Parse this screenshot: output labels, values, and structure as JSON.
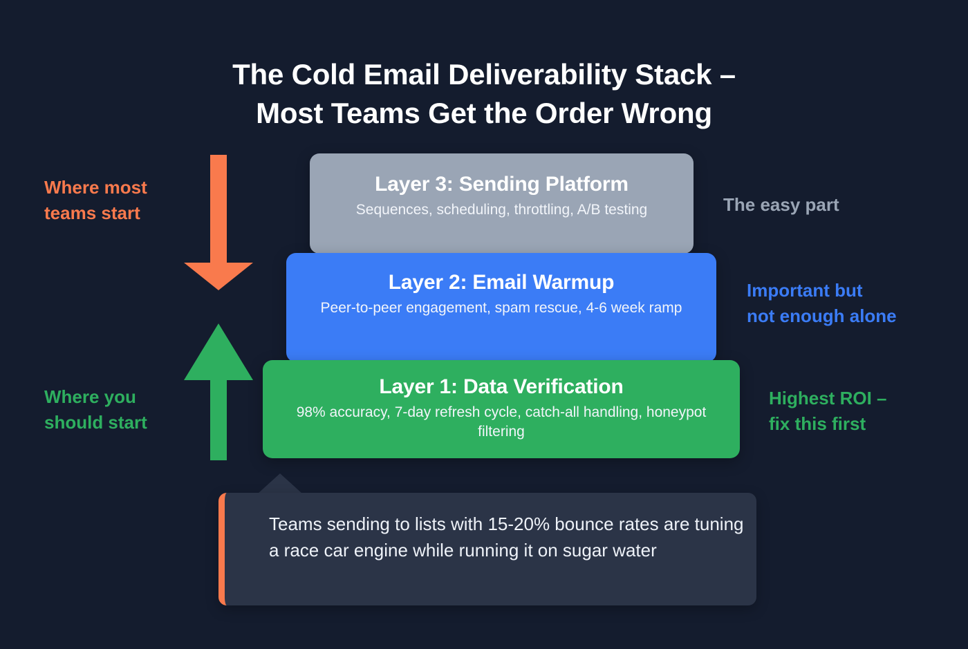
{
  "page": {
    "background_color": "#141c2e",
    "title_line1": "The Cold Email Deliverability Stack –",
    "title_line2": "Most Teams Get the Order Wrong"
  },
  "stack": {
    "layers": [
      {
        "id": "layer3",
        "title": "Layer 3: Sending Platform",
        "description": "Sequences, scheduling, throttling, A/B testing",
        "color": "#9aa5b5",
        "position": "top"
      },
      {
        "id": "layer2",
        "title": "Layer 2: Email Warmup",
        "description_line1": "Peer-to-peer engagement, spam rescue,",
        "description_line2": "4-6 week ramp",
        "color": "#3b7cf6",
        "position": "middle"
      },
      {
        "id": "layer1",
        "title": "Layer 1: Data Verification",
        "description_line1": "98% accuracy, 7-day refresh cycle, catch-all",
        "description_line2": "handling, honeypot filtering",
        "color": "#2eaf5f",
        "position": "bottom"
      }
    ]
  },
  "annotations": {
    "left_top": {
      "line1": "Where most",
      "line2": "teams start",
      "color": "#f97a4d",
      "arrow": "down-arrow-orange"
    },
    "left_bottom": {
      "line1": "Where you",
      "line2": "should start",
      "color": "#2eaf5f",
      "arrow": "up-arrow-green"
    },
    "right_top": {
      "line1": "The easy part",
      "color": "#9aa5b5"
    },
    "right_mid": {
      "line1": "Important but",
      "line2": "not enough alone",
      "color": "#3b7cf6"
    },
    "right_bottom": {
      "line1": "Highest ROI –",
      "line2": "fix this first",
      "color": "#2eaf5f"
    }
  },
  "callout": {
    "text": "Teams sending to lists with 15-20% bounce rates are tuning a race car engine while running it on sugar water",
    "accent_color": "#f97a4d",
    "background_color": "#2b3447"
  }
}
